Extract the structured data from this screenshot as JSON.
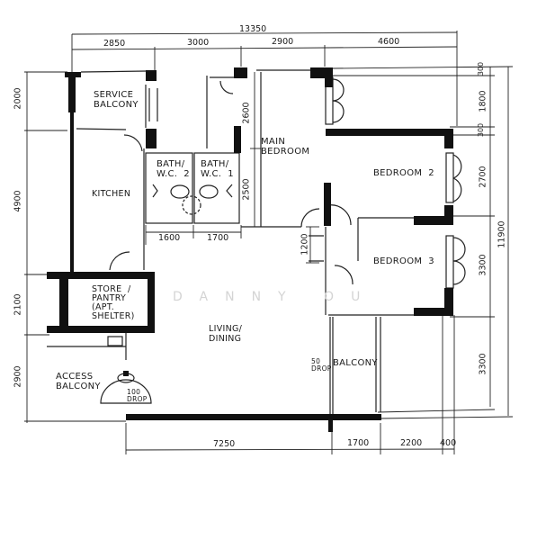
{
  "rooms": {
    "service_balcony": "SERVICE\nBALCONY",
    "kitchen": "KITCHEN",
    "bath_wc_2": "BATH/\nW.C.  2",
    "bath_wc_1": "BATH/\nW.C.  1",
    "main_bedroom": "MAIN\nBEDROOM",
    "bedroom_2": "BEDROOM  2",
    "bedroom_3": "BEDROOM  3",
    "store_pantry": "STORE  /\nPANTRY\n(APT.\nSHELTER)",
    "living_dining": "LIVING/\nDINING",
    "access_balcony": "ACCESS\nBALCONY",
    "balcony": "BALCONY"
  },
  "annotations": {
    "drop_100": "100\nDROP",
    "drop_50": "50\nDROP"
  },
  "dimensions": {
    "top_overall": "13350",
    "top": [
      "2850",
      "3000",
      "2900",
      "4600"
    ],
    "bottom": [
      "7250",
      "1700",
      "2200",
      "400"
    ],
    "baths": [
      "1600",
      "1700"
    ],
    "left": [
      "2000",
      "4900",
      "2100",
      "2900"
    ],
    "right": [
      "300",
      "1800",
      "300",
      "2700",
      "3300",
      "3300"
    ],
    "right_overall": "11900",
    "main_bedroom": [
      "2600",
      "2500"
    ],
    "corridor": "1200"
  },
  "watermark": "DANNY OU",
  "colors": {
    "wall": "#111111",
    "line": "#222222",
    "paper": "#ffffff",
    "watermark": "#d4d4d4"
  }
}
